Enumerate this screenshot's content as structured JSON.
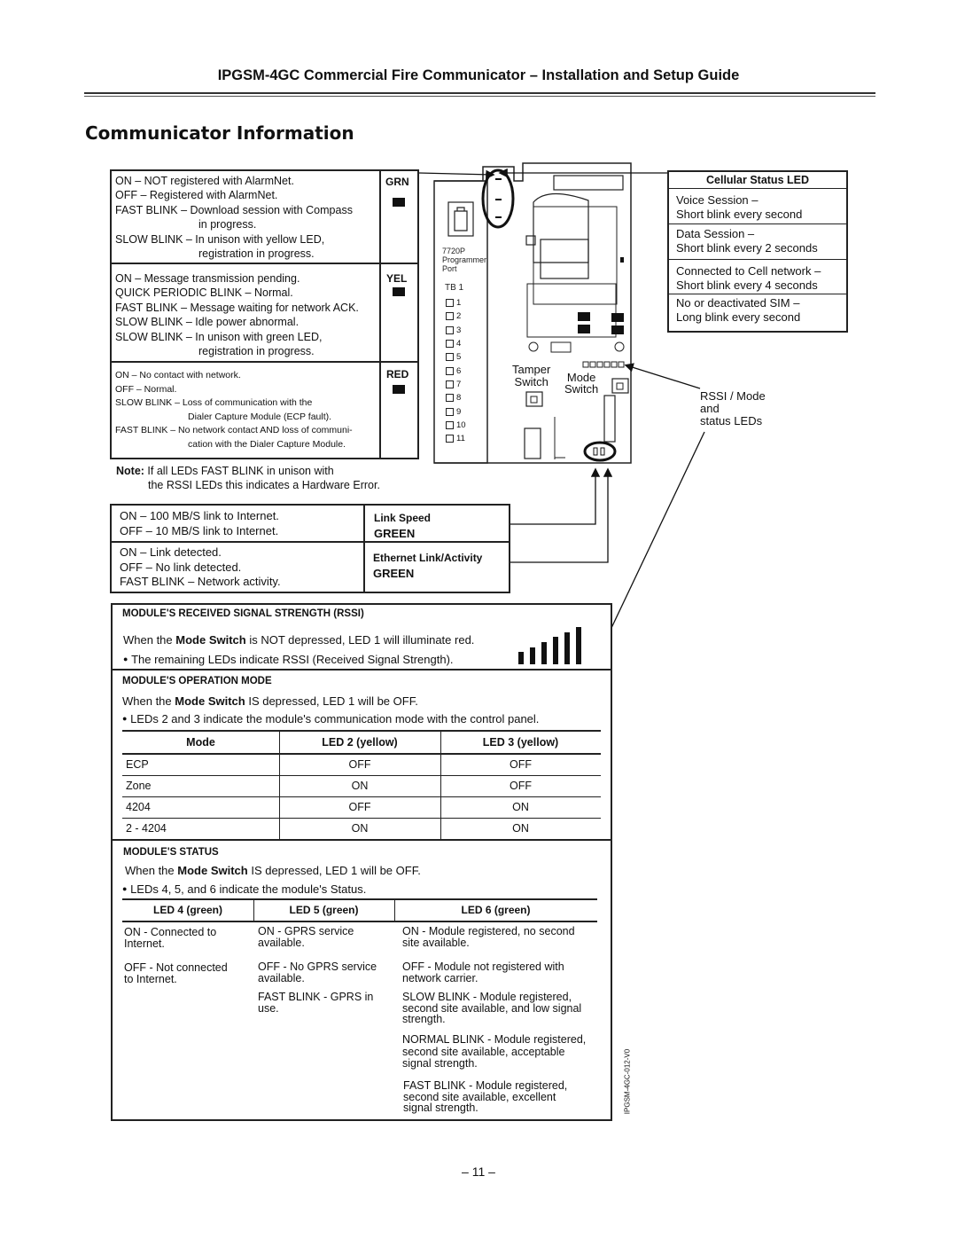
{
  "header": {
    "title": "IPGSM-4GC Commercial Fire Communicator – Installation and Setup Guide",
    "section_title": "Communicator Information"
  },
  "led_box": {
    "grn": {
      "label": "GRN",
      "lines": [
        "ON – NOT registered with AlarmNet.",
        "OFF – Registered with AlarmNet.",
        "FAST BLINK – Download session with Compass",
        "in progress.",
        "SLOW BLINK – In unison with yellow LED,",
        "registration in progress."
      ]
    },
    "yel": {
      "label": "YEL",
      "lines": [
        "ON – Message transmission pending.",
        "QUICK PERIODIC BLINK – Normal.",
        "FAST BLINK – Message waiting for network ACK.",
        "SLOW BLINK – Idle power abnormal.",
        "SLOW BLINK – In unison with green LED,",
        "registration in progress."
      ]
    },
    "red": {
      "label": "RED",
      "lines": [
        "ON – No contact with network.",
        "OFF – Normal.",
        "SLOW BLINK – Loss of communication with the",
        "Dialer Capture Module (ECP fault).",
        "FAST BLINK – No network contact AND loss of communi-",
        "cation with the Dialer Capture Module."
      ]
    }
  },
  "note": {
    "label": "Note:",
    "line1": " If all LEDs FAST BLINK in unison with",
    "line2": "the RSSI LEDs this indicates a Hardware Error."
  },
  "board": {
    "programmer_port": [
      "7720P",
      "Programmer",
      "Port"
    ],
    "tb_label": "TB 1",
    "terminals": [
      "1",
      "2",
      "3",
      "4",
      "5",
      "6",
      "7",
      "8",
      "9",
      "10",
      "11"
    ],
    "tamper_switch": [
      "Tamper",
      "Switch"
    ],
    "mode_switch": [
      "Mode",
      "Switch"
    ],
    "rssi_label": [
      "RSSI / Mode",
      "and",
      "status LEDs"
    ]
  },
  "cellular_status": {
    "title": "Cellular Status LED",
    "rows": [
      [
        "Voice Session  –",
        "Short blink every second"
      ],
      [
        "Data Session  –",
        "Short blink every 2 seconds"
      ],
      [
        "Connected to Cell network –",
        "Short blink every 4 seconds"
      ],
      [
        "No or deactivated SIM –",
        "Long blink every second"
      ]
    ]
  },
  "link_box": {
    "speed_lines": [
      "ON – 100 MB/S link to Internet.",
      "OFF – 10 MB/S link to Internet."
    ],
    "speed_label": "Link Speed",
    "speed_color": "GREEN",
    "activity_lines": [
      "ON  –  Link detected.",
      "OFF – No link detected.",
      "FAST BLINK – Network activity."
    ],
    "activity_label": "Ethernet Link/Activity",
    "activity_color": "GREEN"
  },
  "rssi_section": {
    "title": "MODULE'S RECEIVED SIGNAL STRENGTH (RSSI)",
    "line1_a": "When the ",
    "line1_b": "Mode Switch",
    "line1_c": " is NOT depressed, LED 1 will illuminate red.",
    "bullet": "The remaining LEDs indicate RSSI (Received Signal Strength).",
    "signal_levels": [
      1,
      2,
      3,
      4,
      5,
      6
    ]
  },
  "operation_mode": {
    "title": "MODULE'S OPERATION MODE",
    "line1_a": "When the ",
    "line1_b": "Mode Switch",
    "line1_c": " IS depressed, LED 1 will be OFF.",
    "bullet": "LEDs 2 and 3 indicate the  module's communication mode with the control panel.",
    "headers": [
      "Mode",
      "LED 2 (yellow)",
      "LED 3 (yellow)"
    ],
    "rows": [
      [
        "ECP",
        "OFF",
        "OFF"
      ],
      [
        "Zone",
        "ON",
        "OFF"
      ],
      [
        "4204",
        "OFF",
        "ON"
      ],
      [
        "2 - 4204",
        "ON",
        "ON"
      ]
    ]
  },
  "module_status": {
    "title": "MODULE'S STATUS",
    "line1_a": "When the ",
    "line1_b": "Mode Switch",
    "line1_c": " IS depressed, LED 1 will be OFF.",
    "bullet": "LEDs 4, 5, and 6 indicate the module's Status.",
    "headers": [
      "LED 4 (green)",
      "LED 5 (green)",
      "LED 6 (green)"
    ],
    "col1": [
      [
        "ON - Connected to",
        "Internet."
      ],
      [
        "OFF - Not connected",
        "to Internet."
      ]
    ],
    "col2": [
      [
        "ON - GPRS service",
        "available."
      ],
      [
        "OFF - No GPRS service",
        "available."
      ],
      [
        "FAST BLINK - GPRS in",
        "use."
      ]
    ],
    "col3": [
      [
        "ON - Module registered, no second",
        "site available."
      ],
      [
        "OFF - Module not registered with",
        "network carrier."
      ],
      [
        "SLOW BLINK - Module registered,",
        "second site available, and low signal",
        "strength."
      ],
      [
        "NORMAL BLINK - Module registered,",
        "second site available, acceptable",
        "signal strength."
      ],
      [
        "FAST BLINK - Module registered,",
        "second site available, excellent",
        "signal strength."
      ]
    ]
  },
  "figure_id": "IPGSM-4GC-012-V0",
  "page_number": "– 11 –"
}
